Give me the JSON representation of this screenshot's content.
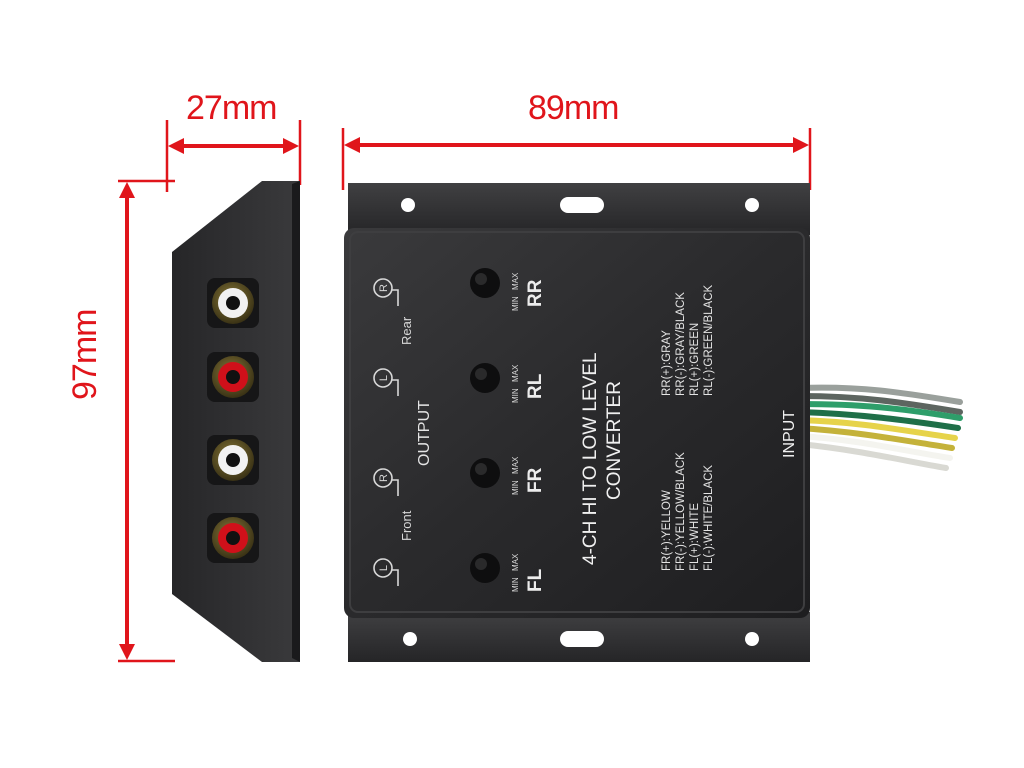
{
  "dimensions": {
    "depth": "27mm",
    "width": "89mm",
    "height": "97mm"
  },
  "device": {
    "title_line1": "4-CH HI TO LOW LEVEL",
    "title_line2": "CONVERTER",
    "output_label": "OUTPUT",
    "input_label": "INPUT",
    "front_label": "Front",
    "rear_label": "Rear",
    "knob_min": "MIN",
    "knob_max": "MAX",
    "channels": [
      "RR",
      "RL",
      "FR",
      "FL"
    ],
    "symbol_r": "R",
    "symbol_l": "L",
    "rear_wiring": [
      "RR(+):GRAY",
      "RR(-):GRAY/BLACK",
      "RL(+):GREEN",
      "RL(-):GREEN/BLACK"
    ],
    "front_wiring": [
      "FR(+):YELLOW",
      "FR(-):YELLOW/BLACK",
      "FL(+):WHITE",
      "FL(-):WHITE/BLACK"
    ]
  },
  "colors": {
    "dimension": "#e0151b",
    "body": "#2a2a2c",
    "print": "#e8e8e8",
    "rca_red": "#d0101a",
    "rca_white": "#f2f2f2"
  }
}
